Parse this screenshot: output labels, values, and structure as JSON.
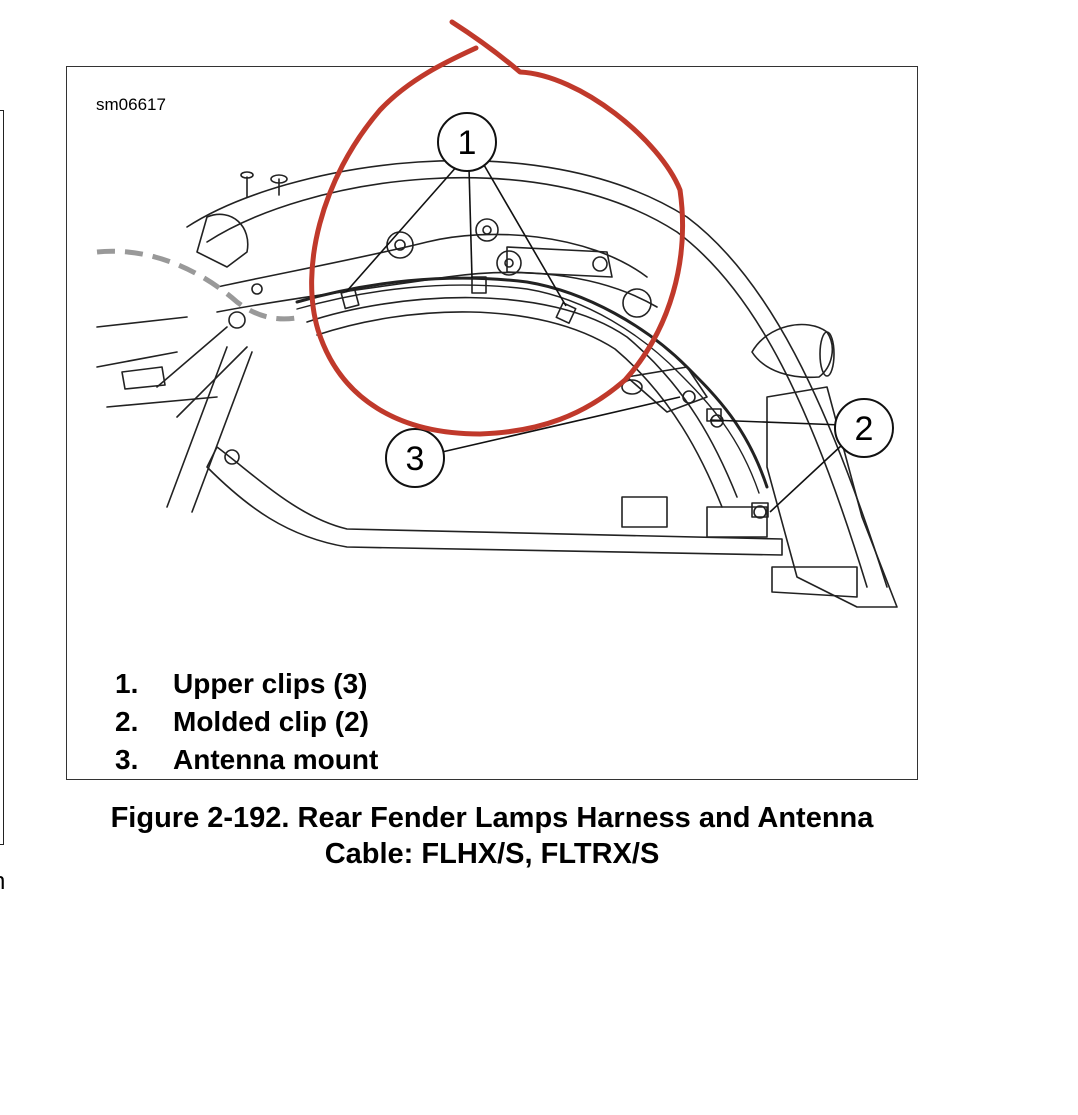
{
  "figure": {
    "id": "sm06617",
    "callouts": [
      "1",
      "2",
      "3"
    ],
    "legend": [
      {
        "num": "1.",
        "label": "Upper clips (3)"
      },
      {
        "num": "2.",
        "label": "Molded clip (2)"
      },
      {
        "num": "3.",
        "label": "Antenna mount"
      }
    ],
    "caption_line1": "Figure 2-192. Rear Fender Lamps Harness and Antenna",
    "caption_line2": "Cable: FLHX/S, FLTRX/S"
  },
  "annotation": {
    "color": "#c0392b"
  },
  "cropped_text": {
    "left_char": "n"
  }
}
